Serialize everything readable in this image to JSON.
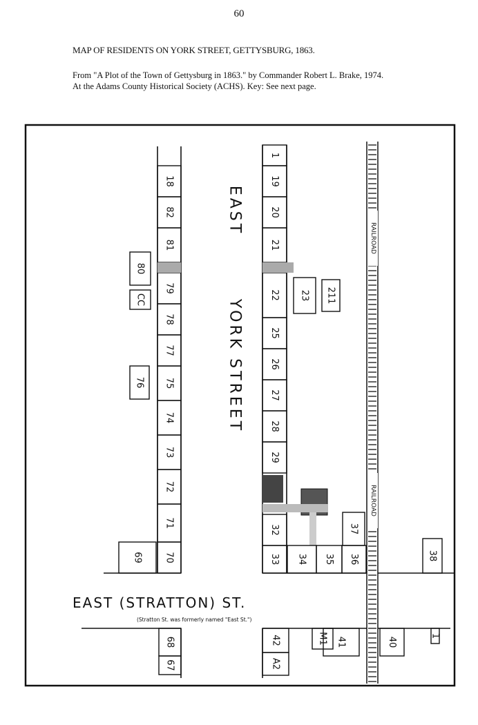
{
  "page_number": "60",
  "title": "MAP OF RESIDENTS ON YORK STREET, GETTYSBURG, 1863.",
  "source_lines": [
    "From \"A Plot of the Town of Gettysburg in 1863.\" by Commander Robert L. Brake, 1974.",
    "At the Adams County Historical Society (ACHS).  Key:  See next page."
  ],
  "map": {
    "street_east": "EAST",
    "street_york": "YORK STREET",
    "cross_street": "EAST (STRATTON) ST.",
    "cross_street_note": "(Stratton St. was formerly named \"East St.\")",
    "railroad_label": "RAILROAD",
    "lots_left": [
      "18",
      "82",
      "81",
      "79",
      "78",
      "77",
      "75",
      "74",
      "73",
      "72",
      "71",
      "70"
    ],
    "lots_left_extra": [
      "80",
      "CC",
      "76",
      "69"
    ],
    "lots_right": [
      "1",
      "19",
      "20",
      "21",
      "22",
      "25",
      "26",
      "27",
      "28",
      "29",
      "32",
      "33"
    ],
    "lots_right_extra": [
      "23",
      "211",
      "34",
      "35",
      "36",
      "37",
      "38"
    ],
    "lots_south": [
      "68",
      "67",
      "42",
      "A2",
      "M1",
      "41",
      "40",
      "1"
    ]
  }
}
